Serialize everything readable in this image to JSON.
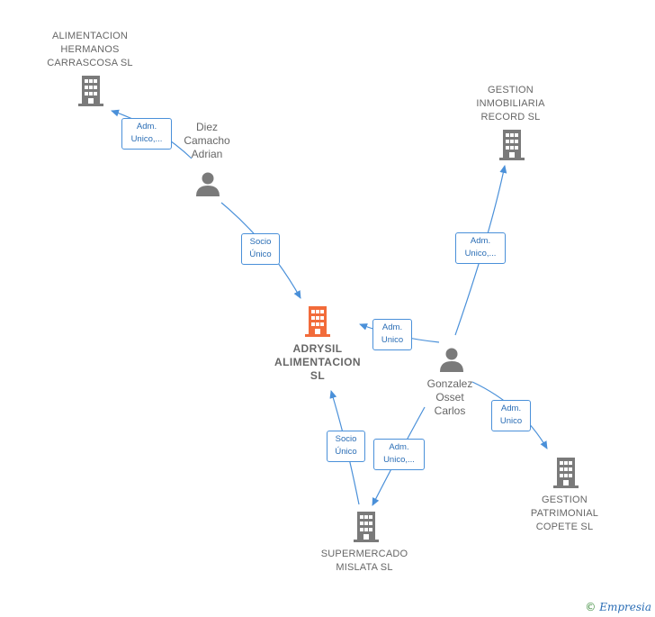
{
  "nodes": {
    "main": {
      "label": "ADRYSIL\nALIMENTACION\nSL"
    },
    "alimentacion": {
      "label": "ALIMENTACION\nHERMANOS\nCARRASCOSA SL"
    },
    "gestion_inmo": {
      "label": "GESTION\nINMOBILIARIA\nRECORD  SL"
    },
    "gestion_patri": {
      "label": "GESTION\nPATRIMONIAL\nCOPETE  SL"
    },
    "supermercado": {
      "label": "SUPERMERCADO\nMISLATA  SL"
    },
    "diez": {
      "label": "Diez\nCamacho\nAdrian"
    },
    "gonzalez": {
      "label": "Gonzalez\nOsset\nCarlos"
    }
  },
  "edges": {
    "diez_alimentacion": "Adm.\nUnico,...",
    "diez_main": "Socio\nÚnico",
    "gonzalez_main": "Adm.\nUnico",
    "gonzalez_inmo": "Adm.\nUnico,...",
    "gonzalez_patri": "Adm.\nUnico",
    "gonzalez_super": "Adm.\nUnico,...",
    "super_main": "Socio\nÚnico"
  },
  "footer": {
    "copyright": "©",
    "brand": "Empresia"
  },
  "colors": {
    "main": "#f26b3a",
    "company": "#7a7a7a",
    "person": "#7a7a7a",
    "edge": "#4a90d9"
  }
}
